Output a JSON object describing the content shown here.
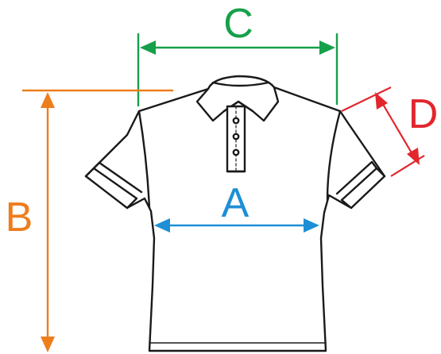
{
  "labels": {
    "a": "A",
    "b": "B",
    "c": "C",
    "d": "D"
  },
  "colors": {
    "a": "#1e8fd6",
    "b": "#ee7d1c",
    "c": "#16a04a",
    "d": "#e2262d",
    "outline": "#1a1a1a"
  },
  "icons": {
    "garment": "polo-shirt-outline"
  }
}
